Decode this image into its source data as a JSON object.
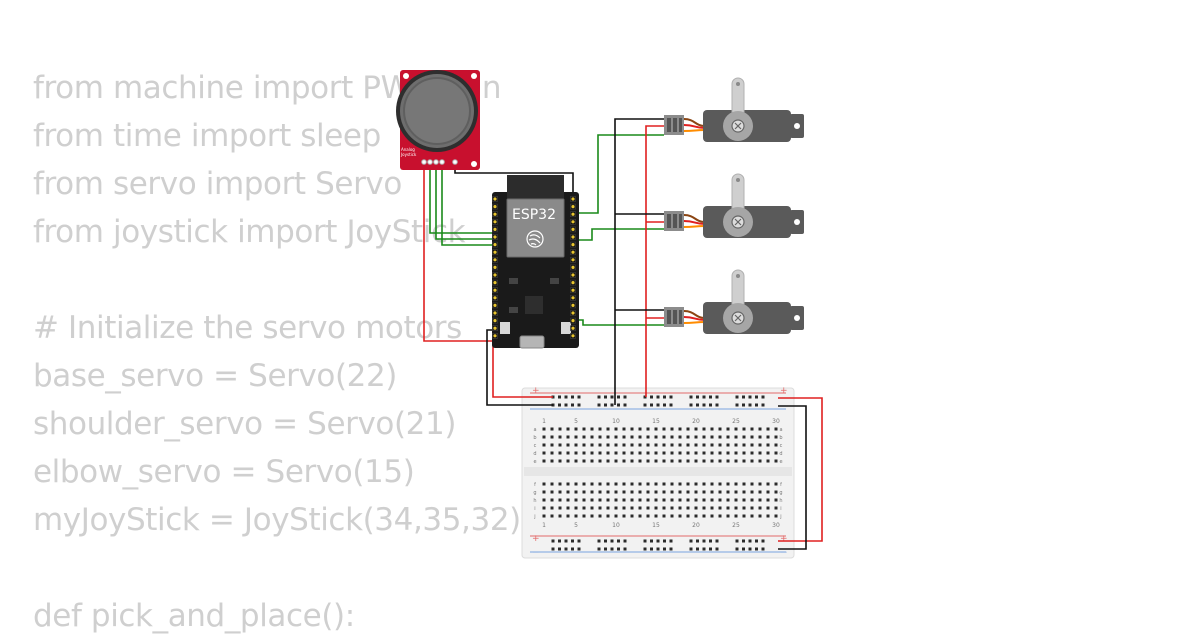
{
  "code_lines": [
    "from machine import PWM, Pin",
    "from time import sleep",
    "from servo import Servo",
    "from joystick import JoyStick",
    "",
    "# Initialize the servo motors",
    "base_servo = Servo(22)",
    "shoulder_servo = Servo(21)",
    "elbow_servo = Servo(15)",
    "myJoyStick = JoyStick(34,35,32)",
    "",
    "def pick_and_place():"
  ],
  "esp32": {
    "label": "ESP32"
  },
  "joystick_module": {
    "label_line1": "Analog",
    "label_line2": "Joystick"
  },
  "breadboard": {
    "column_numbers": [
      "1",
      "5",
      "10",
      "15",
      "20",
      "25",
      "30"
    ],
    "row_letters_top": [
      "a",
      "b",
      "c",
      "d",
      "e"
    ],
    "row_letters_bottom": [
      "f",
      "g",
      "h",
      "i",
      "j"
    ],
    "rail_plus": "+",
    "rail_minus": "−"
  },
  "colors": {
    "code_text": "#cfcfcf",
    "wire_green": "#1a8a1a",
    "wire_red": "#e02020",
    "wire_black": "#111111",
    "servo_body": "#5a5a5a",
    "joystick_board": "#c8102e",
    "esp32_board": "#1a1a1a"
  }
}
